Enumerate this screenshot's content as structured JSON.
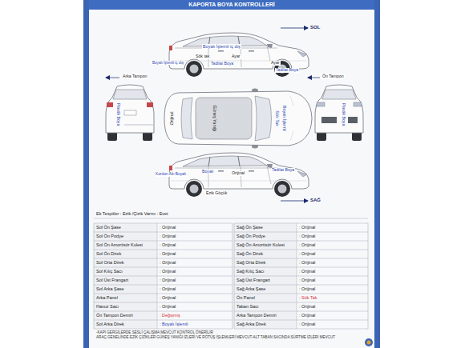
{
  "diagram": {
    "title": "KAPORTA BOYA KONTROLLERİ",
    "labels": [
      "SOL",
      "Boyalı İşlemli iç dış",
      "Boyalı İşlemli iç dış",
      "Sök tak",
      "Tadilat Boya",
      "Ayar",
      "Ayar",
      "Tadilat Boya",
      "Arka Tampon",
      "Ön Tampon",
      "Plastik Boya",
      "Orijinal",
      "Güneş Yanığı",
      "Sök Tak",
      "Boyalı İşlemli",
      "Plastik Boya",
      "Kordon Altı Boyalı",
      "Boyalı",
      "Orijinal",
      "Tadilat Boya",
      "Ezik Göçük",
      "SAĞ",
      "Ek Tespitler : Ezik /Çizik Varmı : Evet",
      "Sol Ön Şase",
      ": Orijinal",
      "Sağ Ön Şase",
      ": Orijinal",
      "Sol Ön Podye",
      ": Orijinal",
      "Sağ Ön Podye",
      ": Orijinal",
      "Sol Ön Amortisör Kulesi",
      ": Orijinal",
      "Sağ Ön Amortisör Kulesi",
      ": Orijinal",
      "Sol Ön Direk",
      ": Orijinal",
      "Sağ Ön Direk",
      ": Orijinal",
      "Sol Orta Direk",
      ": Orijinal",
      "Sağ Orta Direk",
      ": Orijinal",
      "Sol Kılıç Sacı",
      ": Orijinal",
      "Sağ Kılıç Sacı",
      ": Orijinal",
      "Sol Üst Frangart",
      ": Orijinal",
      "Sağ Üst Frangart",
      ": Orijinal",
      "Sol Arka Şase",
      ": Orijinal",
      "Sağ Arka Şase",
      ": Orijinal",
      "Arka Panel",
      ": Orijinal",
      "Ön Panel",
      ": Sök Tak",
      "Havuz Sacı",
      ": Orijinal",
      "Taban Sacı",
      ": Orijinal",
      "Ön Tampon Demiri",
      ": Değişmiş",
      "Arka Tampon Demiri",
      ": Orijinal",
      "Sol Arka Direk",
      ": Boyalı İşlemli",
      "Sağ Arka Direk",
      ": Orijinal",
      "-KAPI GERGİLERDE SESLİ ÇALIŞMA MEVCUT KONTROL ÖNERİLİR",
      "ARAÇ GENELİNDE EZİK ÇİZİKLER GÜNEŞ YANIĞI İZLERİ VE RÖTÜŞ İŞLEMLERİ MEVCUT-ALT TABAN SACINDA SÜRTME İZLERİ MEVCUT"
    ]
  }
}
